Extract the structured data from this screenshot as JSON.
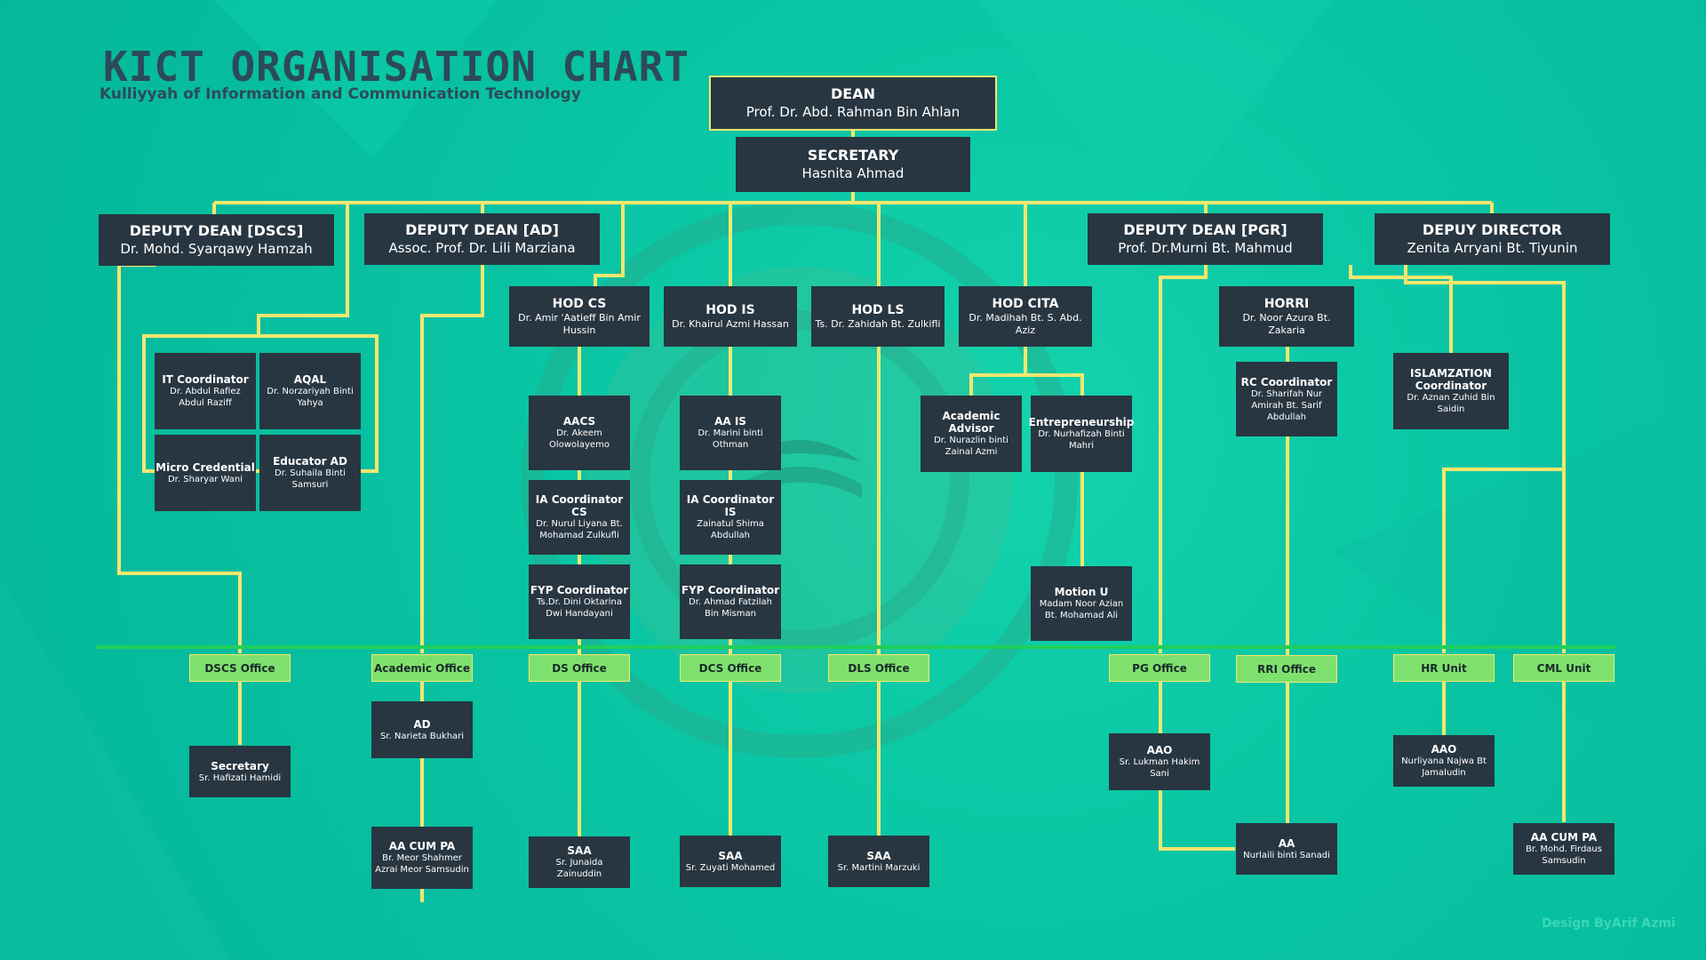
{
  "header": {
    "title": "KICT ORGANISATION CHART",
    "subtitle": "Kulliyyah of Information and Communication Technology"
  },
  "credit": "Design ByArif Azmi",
  "colors": {
    "background": "#07c4a2",
    "box": "#283641",
    "line": "#f4e76e",
    "office": "#7fe16d",
    "title": "#2c4a5a"
  },
  "top": {
    "dean": {
      "title": "DEAN",
      "name": "Prof. Dr. Abd. Rahman Bin Ahlan"
    },
    "secretary": {
      "title": "SECRETARY",
      "name": "Hasnita Ahmad"
    }
  },
  "deputies": {
    "dscs": {
      "title": "DEPUTY DEAN [DSCS]",
      "name": "Dr. Mohd. Syarqawy Hamzah"
    },
    "ad": {
      "title": "DEPUTY DEAN [AD]",
      "name": "Assoc. Prof. Dr. Lili Marziana"
    },
    "pgr": {
      "title": "DEPUTY DEAN [PGR]",
      "name": "Prof. Dr.Murni Bt. Mahmud"
    },
    "director": {
      "title": "DEPUY DIRECTOR",
      "name": "Zenita Arryani Bt. Tiyunin"
    }
  },
  "hods": {
    "cs": {
      "title": "HOD CS",
      "name": "Dr. Amir 'Aatieff Bin Amir Hussin"
    },
    "is": {
      "title": "HOD IS",
      "name": "Dr. Khairul Azmi Hassan"
    },
    "ls": {
      "title": "HOD LS",
      "name": "Ts. Dr. Zahidah Bt. Zulkifli"
    },
    "cita": {
      "title": "HOD CITA",
      "name": "Dr. Madihah Bt. S. Abd. Aziz"
    },
    "horri": {
      "title": "HORRI",
      "name": "Dr. Noor Azura Bt. Zakaria"
    }
  },
  "coordinators": {
    "it": {
      "title": "IT Coordinator",
      "name": "Dr. Abdul Rafiez Abdul Raziff"
    },
    "aqal": {
      "title": "AQAL",
      "name": "Dr. Norzariyah Binti Yahya"
    },
    "micro": {
      "title": "Micro Credential",
      "name": "Dr. Sharyar Wani"
    },
    "educator": {
      "title": "Educator AD",
      "name": "Dr. Suhaila Binti Samsuri"
    },
    "aacs": {
      "title": "AACS",
      "name": "Dr. Akeem Olowolayemo"
    },
    "iacs": {
      "title": "IA Coordinator CS",
      "name": "Dr. Nurul Liyana Bt. Mohamad Zulkufli"
    },
    "fypcs": {
      "title": "FYP Coordinator",
      "name": "Ts.Dr. Dini Oktarina Dwi Handayani"
    },
    "aais": {
      "title": "AA IS",
      "name": "Dr. Marini binti Othman"
    },
    "iais": {
      "title": "IA Coordinator IS",
      "name": "Zainatul Shima Abdullah"
    },
    "fypis": {
      "title": "FYP Coordinator",
      "name": "Dr. Ahmad Fatzilah Bin Misman"
    },
    "acad": {
      "title": "Academic Advisor",
      "name": "Dr. Nurazlin binti Zainal Azmi"
    },
    "entre": {
      "title": "Entrepreneurship",
      "name": "Dr. Nurhafizah Binti Mahri"
    },
    "motion": {
      "title": "Motion U",
      "name": "Madam Noor Azian Bt. Mohamad Ali"
    },
    "rc": {
      "title": "RC Coordinator",
      "name": "Dr. Sharifah Nur Amirah Bt. Sarif Abdullah"
    },
    "islam": {
      "title": "ISLAMZATION Coordinator",
      "name": "Dr. Aznan Zuhid Bin Saidin"
    }
  },
  "offices": {
    "dscs": "DSCS Office",
    "academic": "Academic Office",
    "ds": "DS Office",
    "dcs": "DCS Office",
    "dls": "DLS Office",
    "pg": "PG Office",
    "rri": "RRI Office",
    "hr": "HR Unit",
    "cml": "CML Unit"
  },
  "staff": {
    "secretary": {
      "title": "Secretary",
      "name": "Sr. Hafizati Hamidi"
    },
    "ad": {
      "title": "AD",
      "name": "Sr. Narieta Bukhari"
    },
    "aacumpa1": {
      "title": "AA CUM PA",
      "name": "Br. Meor Shahmer Azrai Meor Samsudin"
    },
    "saa1": {
      "title": "SAA",
      "name": "Sr. Junaida Zainuddin"
    },
    "saa2": {
      "title": "SAA",
      "name": "Sr. Zuyati Mohamed"
    },
    "saa3": {
      "title": "SAA",
      "name": "Sr. Martini Marzuki"
    },
    "aao1": {
      "title": "AAO",
      "name": "Sr. Lukman Hakim Sani"
    },
    "aa": {
      "title": "AA",
      "name": "Nurlaili binti Sanadi"
    },
    "aao2": {
      "title": "AAO",
      "name": "Nurliyana Najwa Bt Jamaludin"
    },
    "aacumpa2": {
      "title": "AA CUM PA",
      "name": "Br. Mohd. Firdaus Samsudin"
    }
  }
}
